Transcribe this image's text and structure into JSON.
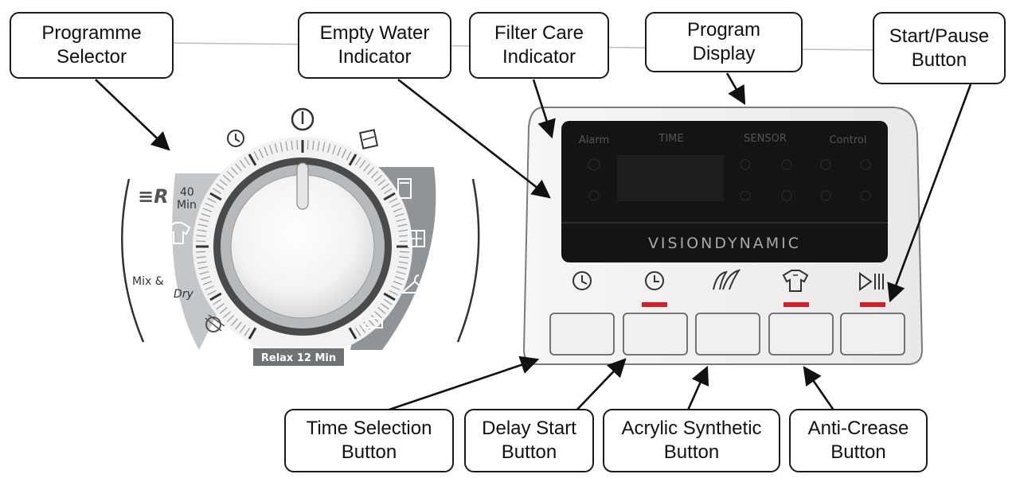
{
  "callouts": {
    "programme_selector": [
      "Programme",
      "Selector"
    ],
    "empty_water_indicator": [
      "Empty Water",
      "Indicator"
    ],
    "filter_care_indicator": [
      "Filter Care",
      "Indicator"
    ],
    "program_display": [
      "Program",
      "Display"
    ],
    "start_pause_button": [
      "Start/Pause",
      "Button"
    ],
    "time_selection_button": [
      "Time Selection",
      "Button"
    ],
    "delay_start_button": [
      "Delay Start",
      "Button"
    ],
    "acrylic_synthetic_button": [
      "Acrylic Synthetic",
      "Button"
    ],
    "anti_crease_button": [
      "Anti-Crease",
      "Button"
    ]
  },
  "dial": {
    "eco_mark": "≡R",
    "forty_min": "40",
    "min_unit": "Min",
    "mix_dry": [
      "Mix &",
      "Dry"
    ],
    "relax": "Relax 12 Min",
    "icons": [
      "off-icon",
      "timer-icon",
      "shirt-icon",
      "cupboard-dry-icon",
      "hanger-icon",
      "iron-icon",
      "wool-icon",
      "bedding-icon"
    ]
  },
  "display": {
    "alarm": "Alarm",
    "time": "TIME",
    "sensor": "SENSOR",
    "control": "Control",
    "brand": "VISIONDYNAMIC",
    "button_icons": [
      "clock-icon",
      "delay-timer-icon",
      "acrylic-icon",
      "anti-crease-shirt-icon",
      "play-pause-icon"
    ]
  },
  "colors": {
    "led_red": "#d0202a",
    "display_black": "#141414",
    "dial_gray": "#8f9499",
    "ink": "#1a1a1a"
  }
}
